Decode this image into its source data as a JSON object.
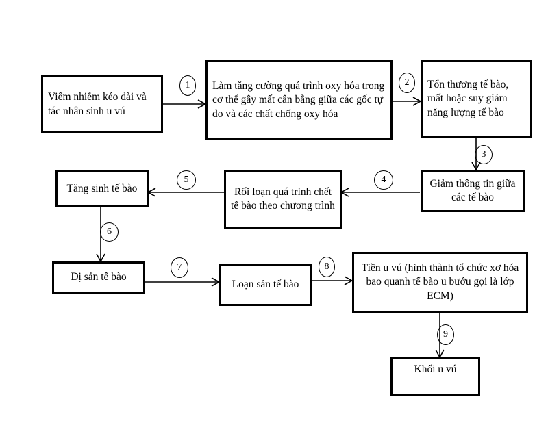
{
  "diagram": {
    "title": "Breast tumor pathogenesis flowchart",
    "background_color": "#ffffff",
    "stroke_color": "#000000",
    "nodes": [
      {
        "id": "n1",
        "label": "Viêm nhiễm kéo dài và tác nhân sinh u vú"
      },
      {
        "id": "n2",
        "label": "Làm tăng cường quá trình oxy hóa trong cơ thể gây mất cân bằng giữa các gốc tự do và các chất chống oxy hóa"
      },
      {
        "id": "n3",
        "label": "Tổn thương tế bào, mất hoặc suy giảm năng lượng tế bào"
      },
      {
        "id": "n4",
        "label": "Giảm thông tin giữa các tế bào"
      },
      {
        "id": "n5",
        "label": "Rối loạn quá trình chết tế bào theo chương trình"
      },
      {
        "id": "n6",
        "label": "Tăng sinh tế bào"
      },
      {
        "id": "n7",
        "label": "Dị sản tế bào"
      },
      {
        "id": "n8",
        "label": "Loạn sản tế bào"
      },
      {
        "id": "n9",
        "label": "Tiền u vú (hình thành tổ chức xơ hóa bao quanh tế bào u bướu gọi là lớp ECM)"
      },
      {
        "id": "n10",
        "label": "Khối u vú"
      }
    ],
    "edge_markers": [
      {
        "id": "m1",
        "label": "1",
        "from": "n1",
        "to": "n2"
      },
      {
        "id": "m2",
        "label": "2",
        "from": "n2",
        "to": "n3"
      },
      {
        "id": "m3",
        "label": "3",
        "from": "n3",
        "to": "n4"
      },
      {
        "id": "m4",
        "label": "4",
        "from": "n4",
        "to": "n5"
      },
      {
        "id": "m5",
        "label": "5",
        "from": "n5",
        "to": "n6"
      },
      {
        "id": "m6",
        "label": "6",
        "from": "n6",
        "to": "n7"
      },
      {
        "id": "m7",
        "label": "7",
        "from": "n7",
        "to": "n8"
      },
      {
        "id": "m8",
        "label": "8",
        "from": "n8",
        "to": "n9"
      },
      {
        "id": "m9",
        "label": "9",
        "from": "n9",
        "to": "n10"
      }
    ]
  }
}
